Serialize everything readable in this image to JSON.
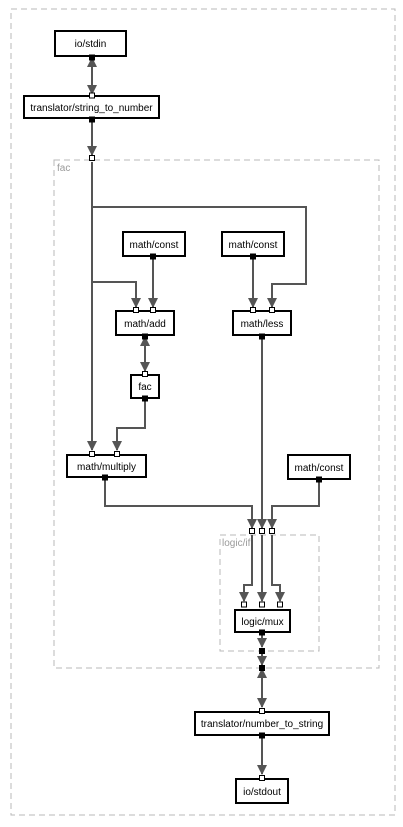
{
  "diagram": {
    "groups": {
      "outer": {
        "label": ""
      },
      "fac": {
        "label": "fac"
      },
      "logic_if": {
        "label": "logic/if"
      }
    },
    "nodes": {
      "io_stdin": {
        "label": "io/stdin"
      },
      "string_to_number": {
        "label": "translator/string_to_number"
      },
      "const_add": {
        "label": "math/const"
      },
      "const_less": {
        "label": "math/const"
      },
      "math_add": {
        "label": "math/add"
      },
      "math_less": {
        "label": "math/less"
      },
      "fac_inner": {
        "label": "fac"
      },
      "math_multiply": {
        "label": "math/multiply"
      },
      "const_if": {
        "label": "math/const"
      },
      "logic_mux": {
        "label": "logic/mux"
      },
      "number_to_string": {
        "label": "translator/number_to_string"
      },
      "io_stdout": {
        "label": "io/stdout"
      }
    },
    "colors": {
      "edge": "#555555",
      "group_border": "#b8b8b8",
      "node_border": "#000000"
    }
  }
}
